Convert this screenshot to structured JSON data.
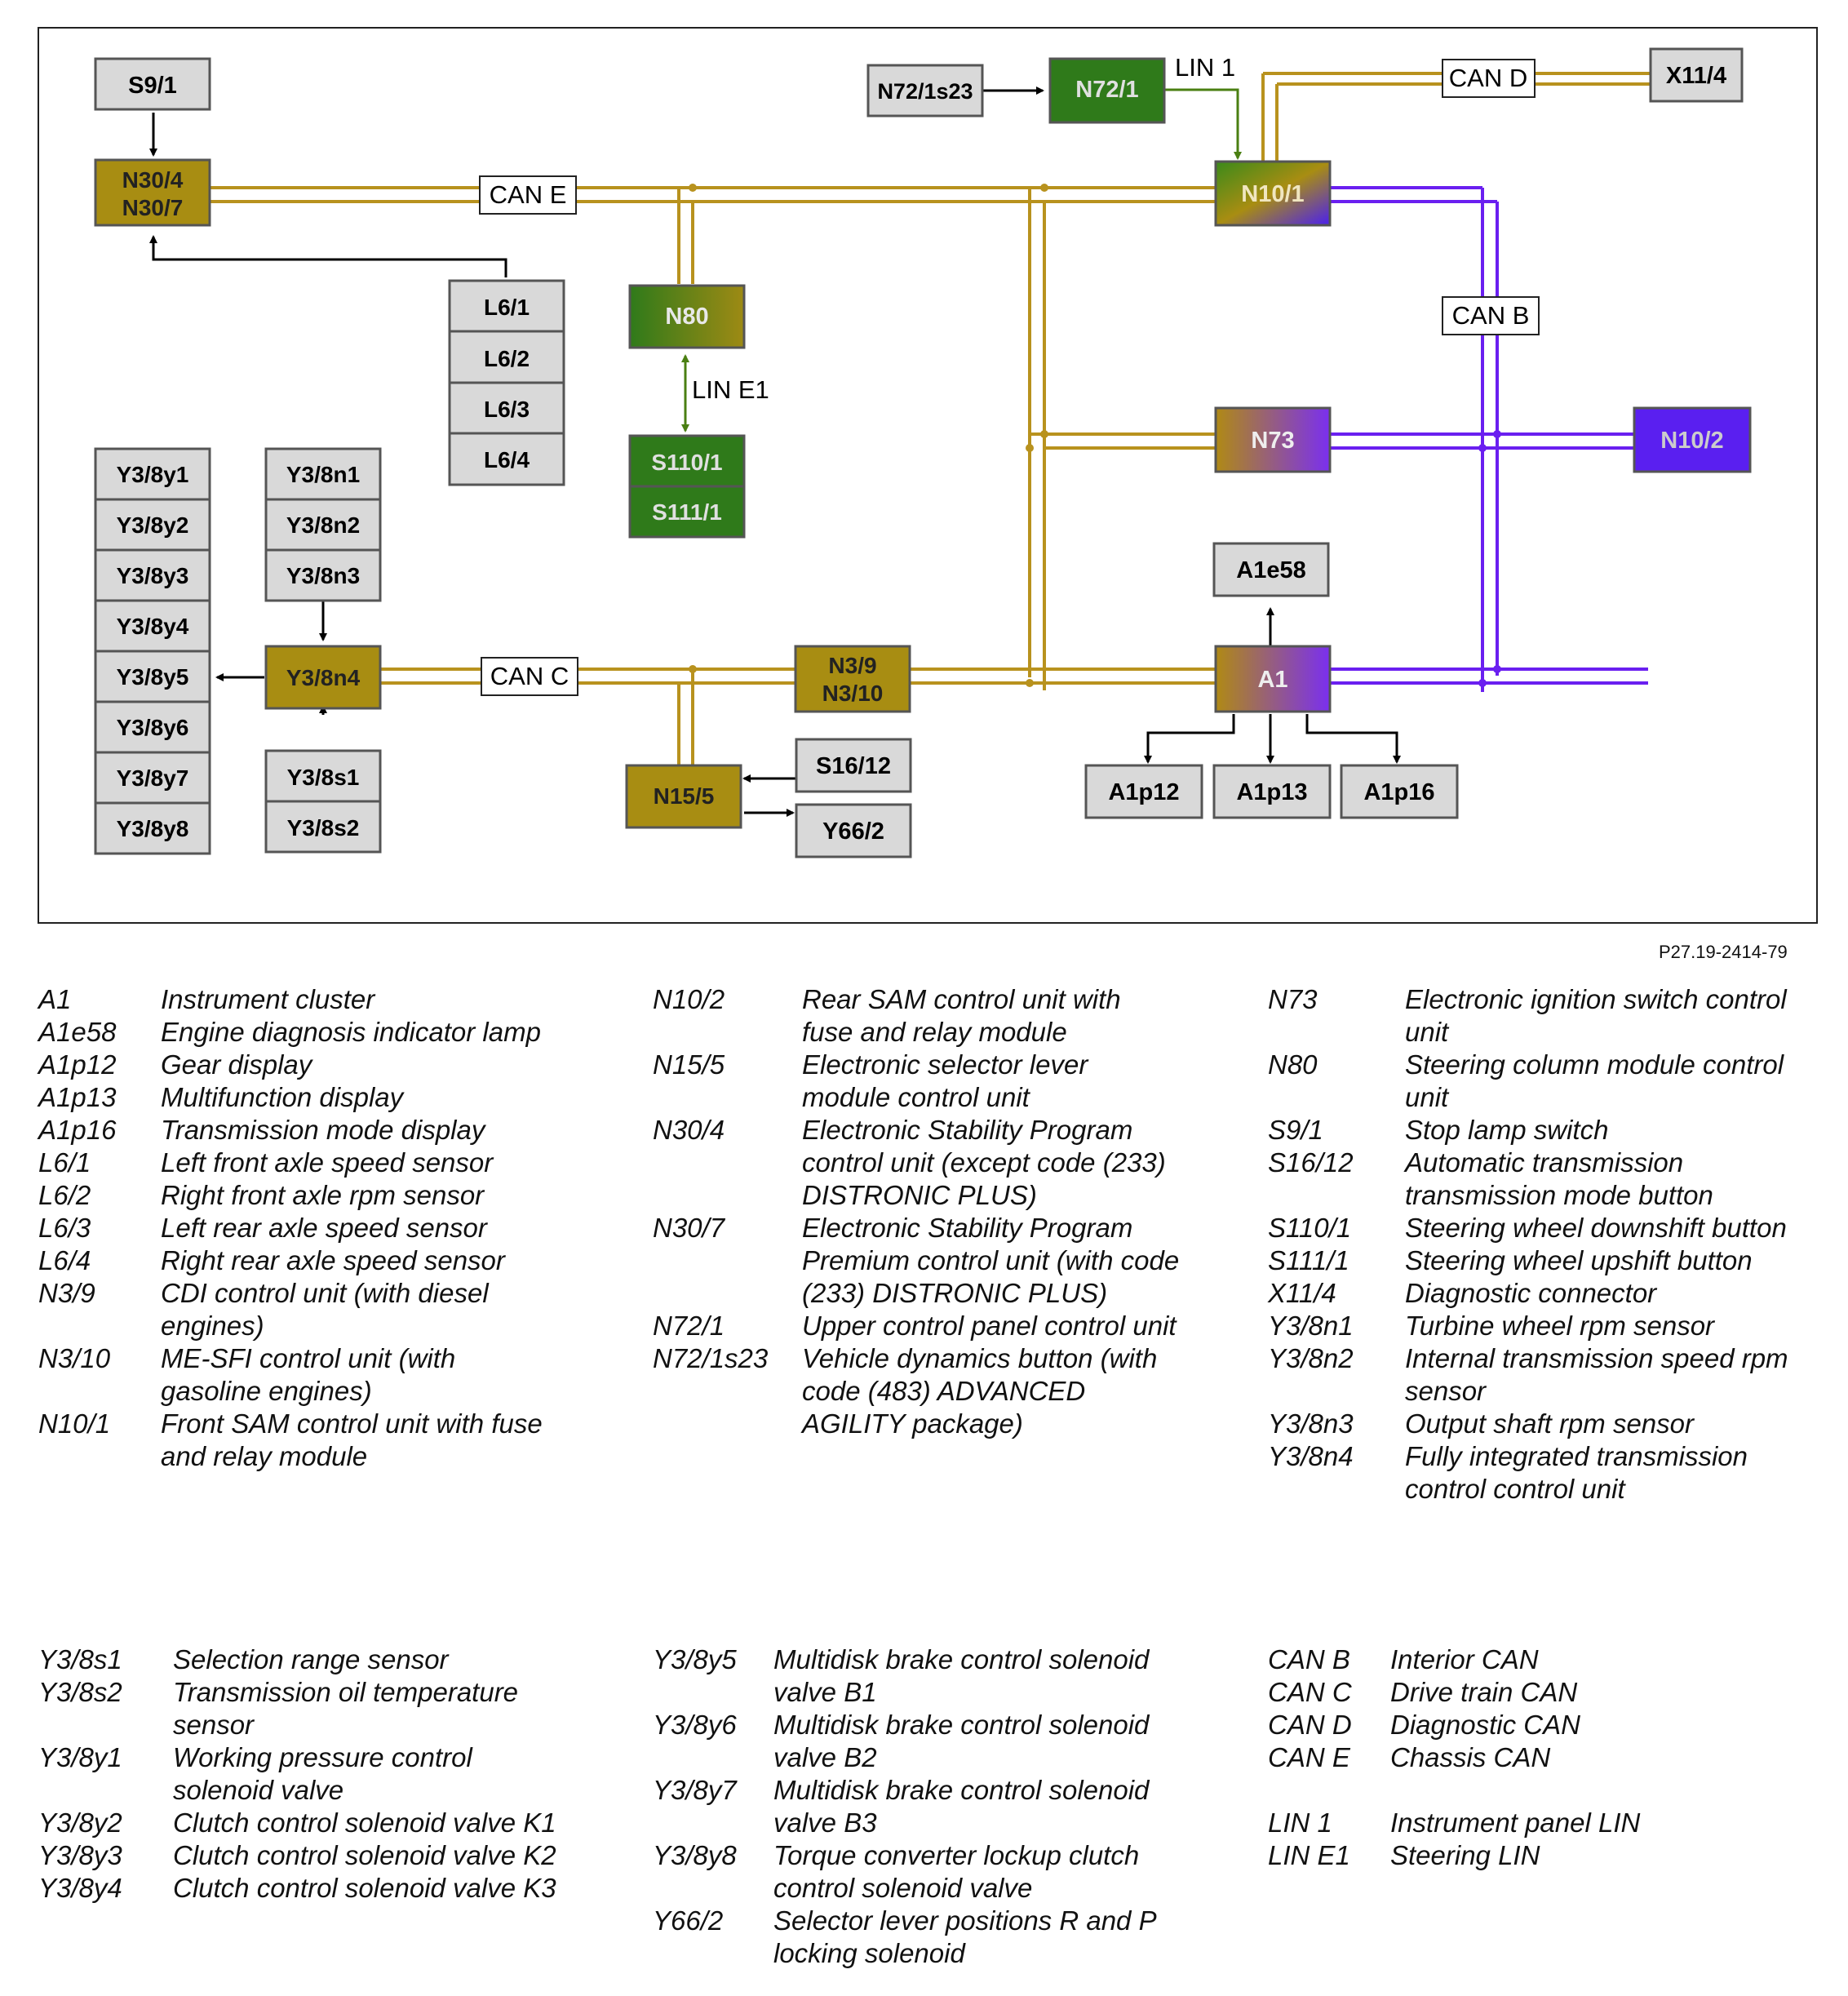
{
  "diagram": {
    "components": {
      "S9_1": "S9/1",
      "N30_4": "N30/4",
      "N30_7": "N30/7",
      "L6_1": "L6/1",
      "L6_2": "L6/2",
      "L6_3": "L6/3",
      "L6_4": "L6/4",
      "N80": "N80",
      "S110_1": "S110/1",
      "S111_1": "S111/1",
      "N72_1s23": "N72/1s23",
      "N72_1": "N72/1",
      "N10_1": "N10/1",
      "X11_4": "X11/4",
      "N73": "N73",
      "N10_2": "N10/2",
      "A1e58": "A1e58",
      "A1": "A1",
      "A1p12": "A1p12",
      "A1p13": "A1p13",
      "A1p16": "A1p16",
      "N3_9": "N3/9",
      "N3_10": "N3/10",
      "N15_5": "N15/5",
      "S16_12": "S16/12",
      "Y66_2": "Y66/2",
      "Y3_8n4": "Y3/8n4",
      "Y3_8n1": "Y3/8n1",
      "Y3_8n2": "Y3/8n2",
      "Y3_8n3": "Y3/8n3",
      "Y3_8s1": "Y3/8s1",
      "Y3_8s2": "Y3/8s2",
      "Y3_8y1": "Y3/8y1",
      "Y3_8y2": "Y3/8y2",
      "Y3_8y3": "Y3/8y3",
      "Y3_8y4": "Y3/8y4",
      "Y3_8y5": "Y3/8y5",
      "Y3_8y6": "Y3/8y6",
      "Y3_8y7": "Y3/8y7",
      "Y3_8y8": "Y3/8y8"
    },
    "bus_labels": {
      "can_e": "CAN E",
      "can_d": "CAN D",
      "can_b": "CAN B",
      "can_c": "CAN C",
      "lin_1": "LIN 1",
      "lin_e1": "LIN E1"
    },
    "reference": "P27.19-2414-79",
    "colors": {
      "can_bus": "#b8921e",
      "lin_bus": "#4a7f12",
      "interior_can": "#6a1ff0",
      "gray_box": "#d9d9d9",
      "olive_box": "#a88d12",
      "green_box": "#2f7a1a",
      "purple_box": "#5a1ff0"
    }
  },
  "legend_top": {
    "col1": [
      {
        "code": "A1",
        "desc": [
          "Instrument cluster"
        ]
      },
      {
        "code": "A1e58",
        "desc": [
          "Engine diagnosis indicator lamp"
        ]
      },
      {
        "code": "A1p12",
        "desc": [
          "Gear display"
        ]
      },
      {
        "code": "A1p13",
        "desc": [
          "Multifunction display"
        ]
      },
      {
        "code": "A1p16",
        "desc": [
          "Transmission mode display"
        ]
      },
      {
        "code": "L6/1",
        "desc": [
          "Left front axle speed sensor"
        ]
      },
      {
        "code": "L6/2",
        "desc": [
          "Right front axle rpm sensor"
        ]
      },
      {
        "code": "L6/3",
        "desc": [
          "Left rear axle speed sensor"
        ]
      },
      {
        "code": "L6/4",
        "desc": [
          "Right rear axle speed sensor"
        ]
      },
      {
        "code": "N3/9",
        "desc": [
          "CDI control unit (with diesel",
          "engines)"
        ]
      },
      {
        "code": "N3/10",
        "desc": [
          "ME-SFI control unit (with",
          "gasoline engines)"
        ]
      },
      {
        "code": "N10/1",
        "desc": [
          "Front SAM control unit with fuse",
          "and relay module"
        ]
      }
    ],
    "col2": [
      {
        "code": "N10/2",
        "desc": [
          "Rear SAM control unit with",
          "fuse and relay module"
        ]
      },
      {
        "code": "N15/5",
        "desc": [
          "Electronic selector lever",
          "module control unit"
        ]
      },
      {
        "code": "N30/4",
        "desc": [
          "Electronic Stability Program",
          "control unit (except code (233)",
          "DISTRONIC PLUS)"
        ]
      },
      {
        "code": "N30/7",
        "desc": [
          "Electronic Stability Program",
          "Premium control unit (with code",
          "(233) DISTRONIC PLUS)"
        ]
      },
      {
        "code": "N72/1",
        "desc": [
          "Upper control panel control unit"
        ]
      },
      {
        "code": "N72/1s23",
        "desc": [
          "Vehicle dynamics button (with",
          "code (483) ADVANCED",
          "AGILITY package)"
        ]
      }
    ],
    "col3": [
      {
        "code": "N73",
        "desc": [
          "Electronic ignition switch control",
          "unit"
        ]
      },
      {
        "code": "N80",
        "desc": [
          "Steering column module control",
          "unit"
        ]
      },
      {
        "code": "S9/1",
        "desc": [
          "Stop lamp switch"
        ]
      },
      {
        "code": "S16/12",
        "desc": [
          "Automatic transmission",
          "transmission mode button"
        ]
      },
      {
        "code": "S110/1",
        "desc": [
          "Steering wheel downshift button"
        ]
      },
      {
        "code": "S111/1",
        "desc": [
          "Steering wheel upshift button"
        ]
      },
      {
        "code": "X11/4",
        "desc": [
          "Diagnostic connector"
        ]
      },
      {
        "code": "Y3/8n1",
        "desc": [
          "Turbine wheel rpm sensor"
        ]
      },
      {
        "code": "Y3/8n2",
        "desc": [
          "Internal transmission speed rpm",
          "sensor"
        ]
      },
      {
        "code": "Y3/8n3",
        "desc": [
          "Output shaft rpm sensor"
        ]
      },
      {
        "code": "Y3/8n4",
        "desc": [
          "Fully integrated transmission",
          "control control unit"
        ]
      }
    ]
  },
  "legend_bottom": {
    "col1": [
      {
        "code": "Y3/8s1",
        "desc": [
          "Selection range sensor"
        ]
      },
      {
        "code": "Y3/8s2",
        "desc": [
          "Transmission oil temperature",
          "sensor"
        ]
      },
      {
        "code": "Y3/8y1",
        "desc": [
          "Working pressure control",
          "solenoid valve"
        ]
      },
      {
        "code": "Y3/8y2",
        "desc": [
          "Clutch control solenoid valve K1"
        ]
      },
      {
        "code": "Y3/8y3",
        "desc": [
          "Clutch control solenoid valve K2"
        ]
      },
      {
        "code": "Y3/8y4",
        "desc": [
          "Clutch control solenoid valve K3"
        ]
      }
    ],
    "col2": [
      {
        "code": "Y3/8y5",
        "desc": [
          "Multidisk brake control solenoid",
          "valve B1"
        ]
      },
      {
        "code": "Y3/8y6",
        "desc": [
          "Multidisk brake control solenoid",
          "valve B2"
        ]
      },
      {
        "code": "Y3/8y7",
        "desc": [
          "Multidisk brake control solenoid",
          "valve B3"
        ]
      },
      {
        "code": "Y3/8y8",
        "desc": [
          "Torque converter lockup clutch",
          "control solenoid valve"
        ]
      },
      {
        "code": "Y66/2",
        "desc": [
          "Selector lever positions R and P",
          "locking solenoid"
        ]
      }
    ],
    "col3": [
      {
        "code": "CAN B",
        "desc": [
          "Interior CAN"
        ]
      },
      {
        "code": "CAN C",
        "desc": [
          "Drive train CAN"
        ]
      },
      {
        "code": "CAN D",
        "desc": [
          "Diagnostic CAN"
        ]
      },
      {
        "code": "CAN E",
        "desc": [
          "Chassis CAN"
        ]
      },
      {
        "code": "",
        "desc": [
          ""
        ]
      },
      {
        "code": "LIN 1",
        "desc": [
          "Instrument panel LIN"
        ]
      },
      {
        "code": "LIN E1",
        "desc": [
          "Steering LIN"
        ]
      }
    ]
  }
}
